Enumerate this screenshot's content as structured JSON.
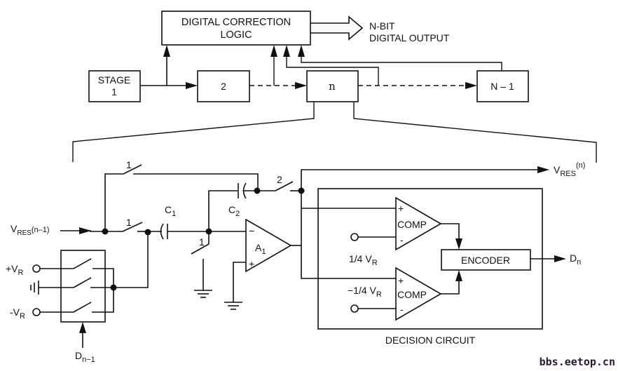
{
  "pipeline": {
    "correction_block": {
      "line1": "DIGITAL CORRECTION",
      "line2": "LOGIC"
    },
    "output_label": {
      "line1": "N-BIT",
      "line2": "DIGITAL OUTPUT"
    },
    "stages": [
      {
        "line1": "STAGE",
        "line2": "1"
      },
      {
        "line1": "2"
      },
      {
        "line1": "n"
      },
      {
        "line1": "N – 1"
      }
    ]
  },
  "stage_detail": {
    "input_label": {
      "main": "V",
      "sub": "RES",
      "suffix": "(n–1)"
    },
    "output_label": {
      "main": "V",
      "sub": "RES",
      "sup": "(n)"
    },
    "switch_phases": {
      "s1_top": "1",
      "s1_input": "1",
      "s1_ground": "1",
      "s2": "2"
    },
    "capacitors": [
      {
        "main": "C",
        "sub": "1"
      },
      {
        "main": "C",
        "sub": "2"
      }
    ],
    "amplifier": {
      "main": "A",
      "sub": "1",
      "minus": "−",
      "plus": "+"
    },
    "reference_mux": {
      "pos_ref": {
        "prefix": "+V",
        "sub": "R"
      },
      "neg_ref": {
        "prefix": "-V",
        "sub": "R"
      },
      "control": {
        "main": "D",
        "sub": "n−1"
      }
    },
    "decision_circuit": {
      "label": "DECISION CIRCUIT",
      "comparators": [
        {
          "label": "COMP",
          "plus": "+",
          "minus": "-",
          "threshold": {
            "prefix": "1/4 V",
            "sub": "R"
          }
        },
        {
          "label": "COMP",
          "plus": "+",
          "minus": "-",
          "threshold": {
            "prefix": "−1/4 V",
            "sub": "R"
          }
        }
      ],
      "encoder": "ENCODER",
      "output": {
        "main": "D",
        "sub": "n"
      }
    }
  },
  "watermark": "bbs.eetop.cn"
}
